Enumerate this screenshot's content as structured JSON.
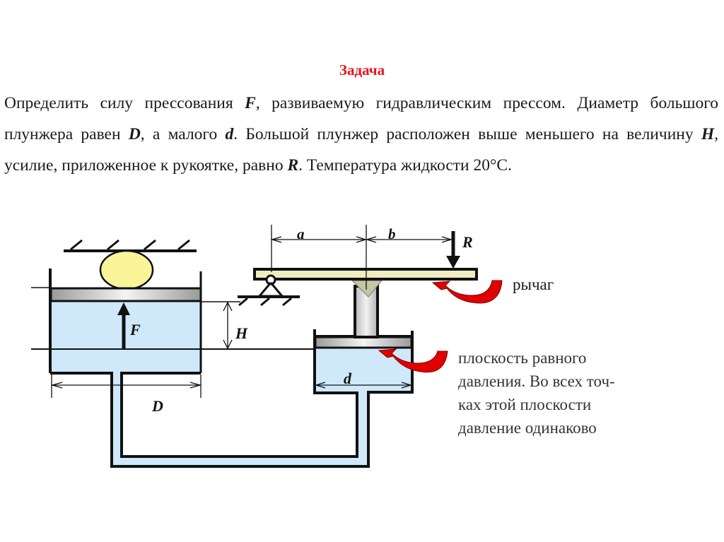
{
  "title": "Задача",
  "problem": {
    "parts": [
      {
        "t": "Определить силу прессования "
      },
      {
        "v": "F"
      },
      {
        "t": ", развиваемую гидравлическим прессом. Диаметр большого плунжера равен "
      },
      {
        "v": "D"
      },
      {
        "t": ", а малого "
      },
      {
        "v": "d"
      },
      {
        "t": ". Большой плунжер расположен выше меньшего на величину "
      },
      {
        "v": "H"
      },
      {
        "t": ", усилие, приложенное к рукоятке, равно "
      },
      {
        "v": "R"
      },
      {
        "t": ". Температура жидкости 20°С."
      }
    ]
  },
  "diagram": {
    "labels": {
      "F": "F",
      "H": "H",
      "D": "D",
      "d": "d",
      "a": "a",
      "b": "b",
      "R": "R"
    },
    "annotations": {
      "lever": "рычаг",
      "plane_line1": "плоскость равного",
      "plane_line2": "давления. Во всех точ-",
      "plane_line3": "ках этой плоскости",
      "plane_line4": "давление одинаково"
    },
    "colors": {
      "title": "#e8141c",
      "fluid": "#cfe9fa",
      "load": "#fbf59a",
      "arrow": "#e00000",
      "lever": "#f0ecc0"
    }
  }
}
